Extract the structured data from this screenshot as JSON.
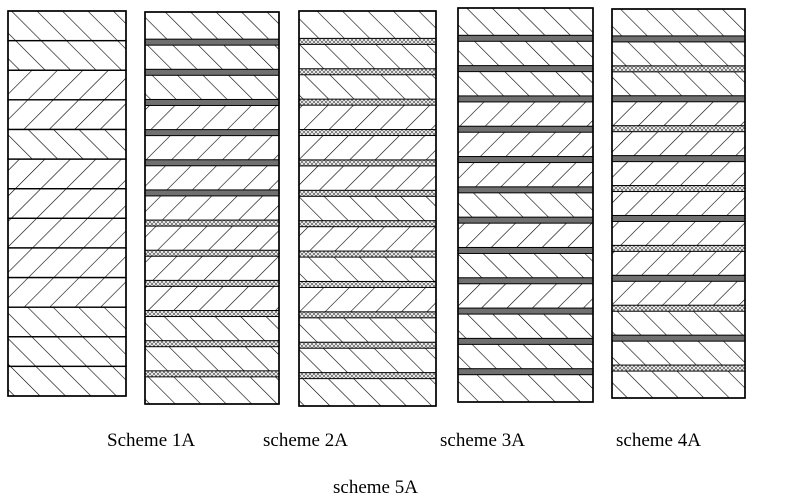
{
  "captions": {
    "row1": [
      "Scheme 1A",
      "scheme 2A",
      "scheme 3A",
      "scheme 4A"
    ],
    "row2": "scheme 5A"
  },
  "colors": {
    "stroke": "#000000",
    "background": "#ffffff",
    "solid_interlayer": "#707070",
    "cross_hatch": "#8a8a8a"
  },
  "interlayer_types": [
    "none",
    "solid",
    "cross-hatch"
  ],
  "stacks": [
    {
      "layers": [
        "a",
        "a",
        "b",
        "b",
        "a",
        "b",
        "b",
        "b",
        "b",
        "b",
        "a",
        "a",
        "a"
      ],
      "interlayers": [
        "none",
        "none",
        "none",
        "none",
        "none",
        "none",
        "none",
        "none",
        "none",
        "none",
        "none",
        "none"
      ]
    },
    {
      "layers": [
        "a",
        "a",
        "a",
        "b",
        "b",
        "b",
        "b",
        "b",
        "b",
        "b",
        "a",
        "a",
        "a"
      ],
      "interlayers": [
        "solid",
        "solid",
        "solid",
        "solid",
        "solid",
        "solid",
        "hatch",
        "hatch",
        "hatch",
        "hatch",
        "hatch",
        "hatch"
      ]
    },
    {
      "layers": [
        "a",
        "a",
        "a",
        "b",
        "b",
        "b",
        "a",
        "b",
        "a",
        "b",
        "a",
        "a",
        "a"
      ],
      "interlayers": [
        "hatch",
        "hatch",
        "hatch",
        "hatch",
        "hatch",
        "hatch",
        "hatch",
        "hatch",
        "hatch",
        "hatch",
        "hatch",
        "hatch"
      ]
    },
    {
      "layers": [
        "a",
        "a",
        "a",
        "b",
        "b",
        "b",
        "a",
        "b",
        "a",
        "b",
        "a",
        "a",
        "a"
      ],
      "interlayers": [
        "solid",
        "solid",
        "solid",
        "solid",
        "solid",
        "solid",
        "solid",
        "solid",
        "solid",
        "solid",
        "solid",
        "solid"
      ]
    },
    {
      "layers": [
        "a",
        "a",
        "a",
        "b",
        "b",
        "b",
        "b",
        "b",
        "b",
        "b",
        "a",
        "a",
        "a"
      ],
      "interlayers": [
        "solid",
        "hatch",
        "solid",
        "hatch",
        "solid",
        "hatch",
        "solid",
        "hatch",
        "solid",
        "hatch",
        "solid",
        "hatch"
      ]
    }
  ]
}
